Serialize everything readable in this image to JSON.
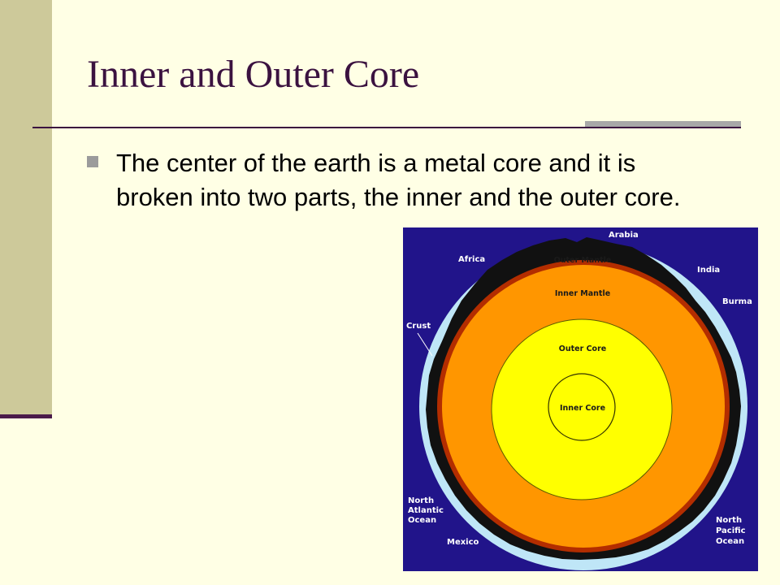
{
  "slide": {
    "title": "Inner and Outer Core",
    "bullet": "The center of the earth is a metal core and it is broken into two parts, the inner and the outer core."
  },
  "diagram": {
    "layers": {
      "outer_mantle": "Outer Mantle",
      "inner_mantle": "Inner Mantle",
      "outer_core": "Outer Core",
      "inner_core": "Inner Core",
      "crust": "Crust"
    },
    "places": {
      "arabia": "Arabia",
      "africa": "Africa",
      "india": "India",
      "burma": "Burma",
      "north_atlantic_1": "North",
      "north_atlantic_2": "Atlantic",
      "north_atlantic_3": "Ocean",
      "mexico": "Mexico",
      "north_pacific_1": "North",
      "north_pacific_2": "Pacific",
      "north_pacific_3": "Ocean"
    },
    "colors": {
      "background": "#21148a",
      "ocean": "#bfe6f7",
      "crust": "#111111",
      "outer_mantle": "#b32d00",
      "inner_mantle": "#ff9600",
      "outer_core": "#ffff00",
      "inner_core": "#ffff00"
    }
  }
}
